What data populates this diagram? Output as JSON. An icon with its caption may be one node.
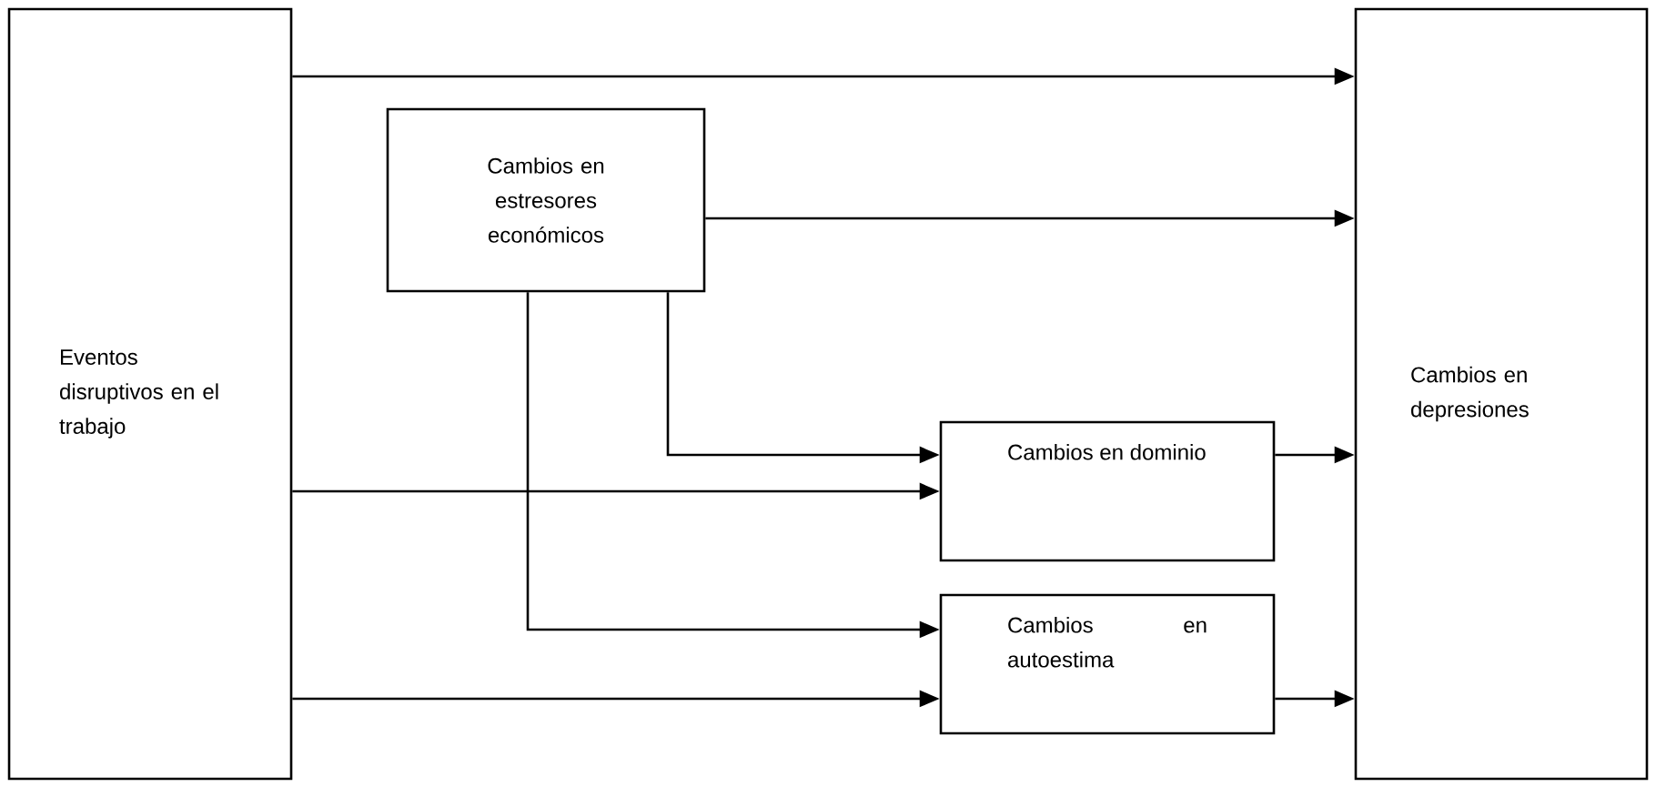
{
  "diagram": {
    "nodes": [
      {
        "text": [
          "Eventos disruptivos en el trabajo"
        ]
      },
      {
        "text": [
          "Cambios en estresores económicos"
        ]
      },
      {
        "text": [
          "Cambios en dominio"
        ]
      },
      {
        "text": [
          "Cambios en autoestima"
        ]
      },
      {
        "text": [
          "Cambios en depresiones"
        ]
      }
    ],
    "edges": [
      {
        "from": 0,
        "to": 4,
        "arrow": "to"
      },
      {
        "from": 1,
        "to": 4,
        "arrow": "to"
      },
      {
        "from": 1,
        "to": 2,
        "arrow": "to"
      },
      {
        "from": 0,
        "to": 2,
        "arrow": "to"
      },
      {
        "from": 1,
        "to": 3,
        "arrow": "to"
      },
      {
        "from": 0,
        "to": 3,
        "arrow": "to"
      },
      {
        "from": 2,
        "to": 4,
        "arrow": "to"
      },
      {
        "from": 3,
        "to": 4,
        "arrow": "to"
      }
    ]
  }
}
